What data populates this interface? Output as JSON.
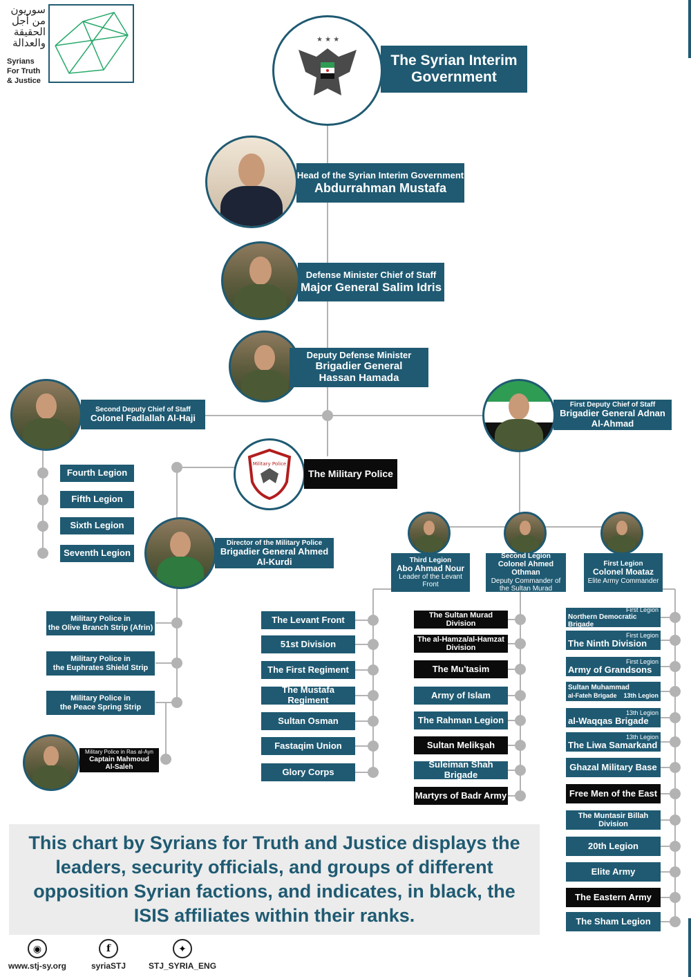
{
  "logo": {
    "arabic_lines": [
      "سوريون",
      "من أجل",
      "الحقيقة",
      "والعدالة"
    ],
    "english_lines": [
      "Syrians",
      "For Truth",
      "& Justice"
    ]
  },
  "government": {
    "title_line1": "The Syrian Interim",
    "title_line2": "Government"
  },
  "head": {
    "role": "Head of the Syrian Interim Government",
    "name": "Abdurrahman Mustafa"
  },
  "defense_minister": {
    "role": "Defense Minister Chief of Staff",
    "name": "Major General Salim Idris"
  },
  "deputy_minister": {
    "role": "Deputy Defense Minister",
    "name_line1": "Brigadier General",
    "name_line2": "Hassan Hamada"
  },
  "second_deputy": {
    "role": "Second Deputy Chief of Staff",
    "name": "Colonel Fadlallah Al-Haji"
  },
  "first_deputy": {
    "role": "First Deputy Chief of Staff",
    "name_line1": "Brigadier General Adnan",
    "name_line2": "Al-Ahmad"
  },
  "left_legions": [
    "Fourth Legion",
    "Fifth Legion",
    "Sixth Legion",
    "Seventh Legion"
  ],
  "military_police": {
    "label": "The Military Police",
    "badge_text": "Military Police"
  },
  "mp_director": {
    "role": "Director of the Military Police",
    "name_line1": "Brigadier General Ahmed",
    "name_line2": "Al-Kurdi"
  },
  "mp_units": [
    {
      "line1": "Military Police in",
      "line2": "the Olive Branch Strip (Afrin)"
    },
    {
      "line1": "Military Police in",
      "line2": "the Euphrates Shield Strip"
    },
    {
      "line1": "Military Police in",
      "line2": "the Peace Spring Strip"
    }
  ],
  "ras_alayn": {
    "role": "Military Police in Ras al-Ayn",
    "name_line1": "Captain Mahmoud",
    "name_line2": "Al-Saleh"
  },
  "third_legion": {
    "role": "Third Legion",
    "name": "Abo Ahmad Nour",
    "desc_line1": "Leader of the Levant",
    "desc_line2": "Front"
  },
  "second_legion": {
    "role": "Second Legion",
    "name": "Colonel Ahmed Othman",
    "desc_line1": "Deputy Commander of",
    "desc_line2": "the Sultan Murad"
  },
  "first_legion": {
    "role": "First Legion",
    "name": "Colonel Moataz",
    "desc_line1": "Elite Army Commander"
  },
  "third_legion_groups": [
    "The Levant Front",
    "51st Division",
    "The First Regiment",
    "The Mustafa Regiment",
    "Sultan Osman",
    "Fastaqim Union",
    "Glory Corps"
  ],
  "second_legion_groups": [
    {
      "line1": "The Sultan Murad",
      "line2": "Division",
      "isis": true
    },
    {
      "line1": "The al-Hamza/al-Hamzat",
      "line2": "Division",
      "isis": true
    },
    {
      "line1": "The Mu'tasim",
      "line2": "",
      "isis": true
    },
    {
      "line1": "Army of Islam",
      "line2": "",
      "isis": false
    },
    {
      "line1": "The Rahman Legion",
      "line2": "",
      "isis": false
    },
    {
      "line1": "Sultan Melikşah",
      "line2": "",
      "isis": true
    },
    {
      "line1": "Suleiman Shah Brigade",
      "line2": "",
      "isis": false
    },
    {
      "line1": "Martyrs of Badr Army",
      "line2": "",
      "isis": true
    }
  ],
  "first_legion_groups": [
    {
      "tag": "First Legion",
      "name": "Northern Democratic Brigade",
      "isis": false
    },
    {
      "tag": "First Legion",
      "name": "The Ninth Division",
      "isis": false
    },
    {
      "tag": "First Legion",
      "name": "Army of Grandsons",
      "isis": false
    },
    {
      "tag": "",
      "name": "Sultan Muhammad",
      "name2": "al-Fateh Brigade",
      "tag2": "13th Legion",
      "isis": false
    },
    {
      "tag": "13th Legion",
      "name": "al-Waqqas Brigade",
      "isis": false
    },
    {
      "tag": "13th Legion",
      "name": "The Liwa Samarkand",
      "isis": false
    },
    {
      "tag": "",
      "name": "Ghazal Military Base",
      "isis": false
    },
    {
      "tag": "",
      "name": "Free Men of the East",
      "isis": true
    },
    {
      "tag": "",
      "name": "The Muntasir Billah",
      "name2": "Division",
      "isis": false
    },
    {
      "tag": "",
      "name": "20th Legion",
      "isis": false
    },
    {
      "tag": "",
      "name": "Elite Army",
      "isis": false
    },
    {
      "tag": "",
      "name": "The Eastern Army",
      "isis": true
    },
    {
      "tag": "",
      "name": "The Sham Legion",
      "isis": false
    }
  ],
  "caption": "This chart by Syrians for Truth and Justice displays the leaders, security officials, and groups of different opposition Syrian factions, and indicates, in black, the ISIS affiliates within their ranks.",
  "links": [
    {
      "icon": "globe-icon",
      "text": "www.stj-sy.org"
    },
    {
      "icon": "facebook-icon",
      "text": "syriaSTJ"
    },
    {
      "icon": "twitter-icon",
      "text": "STJ_SYRIA_ENG"
    }
  ],
  "colors": {
    "teal": "#1f5a72",
    "isis_black": "#0b0b0b",
    "connector": "#b3b3b3"
  }
}
